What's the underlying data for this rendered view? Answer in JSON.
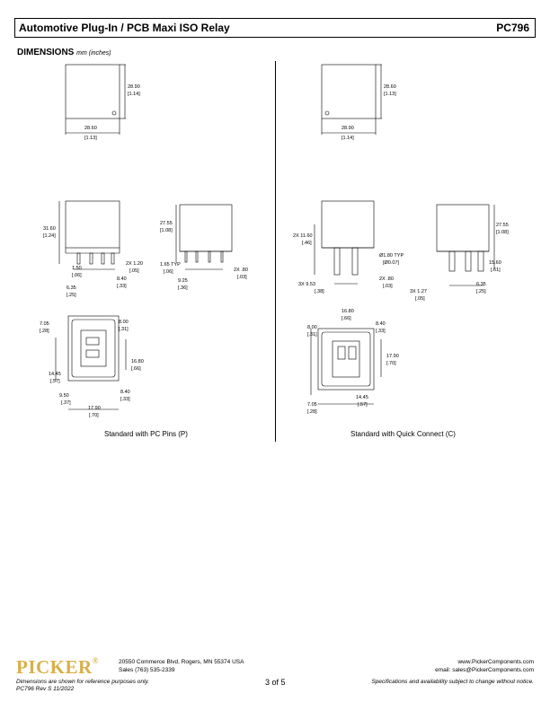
{
  "header": {
    "title": "Automotive Plug-In / PCB Maxi ISO Relay",
    "part": "PC796"
  },
  "section": {
    "title": "DIMENSIONS",
    "units": "mm (inches)"
  },
  "left": {
    "top_height": [
      "28.90",
      "[1.14]"
    ],
    "top_width": [
      "28.60",
      "[1.13]"
    ],
    "side_height": [
      "31.60",
      "[1.24]"
    ],
    "side_pin_w": [
      "2X 1.20",
      "[.05]"
    ],
    "side_a": [
      "1.50",
      "[.06]"
    ],
    "side_b": [
      "8.40",
      "[.33]"
    ],
    "side_c": [
      "6.35",
      "[.25]"
    ],
    "side2_height": [
      "27.55",
      "[1.08]"
    ],
    "side2_typ": [
      "1.65 TYP",
      "[.06]"
    ],
    "side2_pin": [
      "2X .80",
      "[.03]"
    ],
    "side2_b": [
      "9.25",
      "[.36]"
    ],
    "bot_tl": [
      "7.05",
      "[.28]"
    ],
    "bot_tr": [
      "8.00",
      "[.31]"
    ],
    "bot_r": [
      "16.80",
      "[.66]"
    ],
    "bot_l": [
      "14.45",
      "[.57]"
    ],
    "bot_br": [
      "8.40",
      "[.33]"
    ],
    "bot_bl": [
      "9.50",
      "[.37]"
    ],
    "bot_b": [
      "17.90",
      "[.70]"
    ],
    "caption": "Standard with PC Pins (P)"
  },
  "right": {
    "top_height": [
      "28.60",
      "[1.13]"
    ],
    "top_width": [
      "28.90",
      "[1.14]"
    ],
    "side_left": [
      "2X 11.60",
      "[.46]"
    ],
    "side_dia": [
      "Ø1.80 TYP",
      "[Ø0.07]"
    ],
    "side_pin": [
      "2X .80",
      "[.03]"
    ],
    "side_b": [
      "3X 9.53",
      "[.38]"
    ],
    "side2_height": [
      "27.55",
      "[1.08]"
    ],
    "side2_a": [
      "15.60",
      "[.61]"
    ],
    "side2_b": [
      "6.35",
      "[.25]"
    ],
    "side2_c": [
      "3X 1.27",
      "[.05]"
    ],
    "bot_t": [
      "16.80",
      "[.66]"
    ],
    "bot_tl": [
      "8.00",
      "[.31]"
    ],
    "bot_tr": [
      "8.40",
      "[.33]"
    ],
    "bot_r": [
      "17.90",
      "[.70]"
    ],
    "bot_bl": [
      "7.05",
      "[.28]"
    ],
    "bot_b": [
      "14.45",
      "[.57]"
    ],
    "caption": "Standard with Quick Connect (C)"
  },
  "footer": {
    "logo": "PICKER",
    "address": "20550 Commerce Blvd, Rogers, MN 55374 USA",
    "sales": "Sales (763) 535-2339",
    "page": "3 of 5",
    "web": "www.PickerComponents.com",
    "email": "email: sales@PickerComponents.com",
    "note": "Dimensions are shown for reference purposes only.",
    "rev": "PC796 Rev S 11/2022",
    "spec": "Specifications and availability subject to change without notice."
  }
}
